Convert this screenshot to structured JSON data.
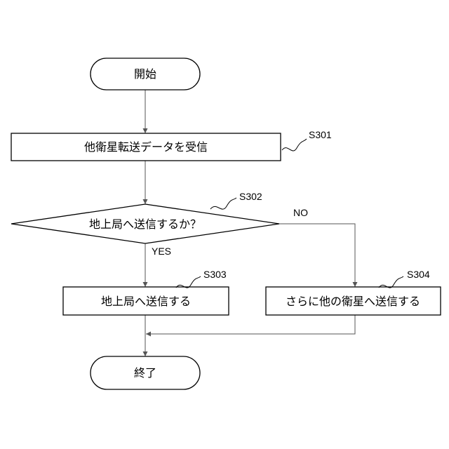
{
  "flowchart": {
    "start": "開始",
    "receive_data": "他衛星転送データを受信",
    "decision": "地上局へ送信するか？",
    "send_ground": "地上局へ送信する",
    "send_satellite": "さらに他の衛星へ送信する",
    "end": "終了",
    "step_labels": {
      "s301": "S301",
      "s302": "S302",
      "s303": "S303",
      "s304": "S304"
    },
    "branch_labels": {
      "yes": "YES",
      "no": "NO"
    }
  }
}
